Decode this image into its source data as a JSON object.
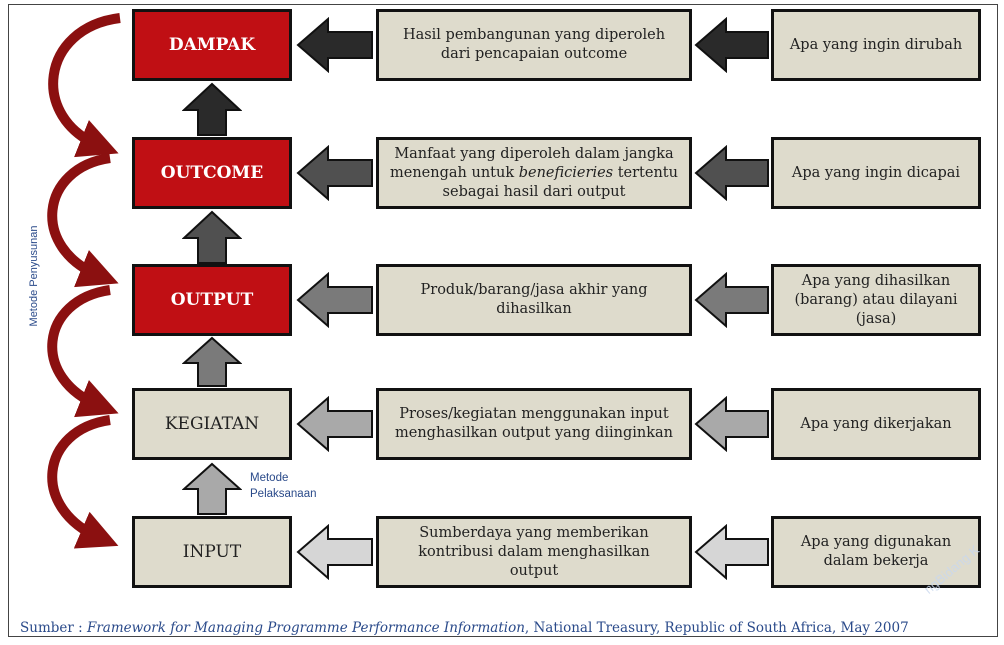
{
  "levels": [
    {
      "label": "DAMPAK"
    },
    {
      "label": "OUTCOME"
    },
    {
      "label": "OUTPUT"
    },
    {
      "label": "KEGIATAN"
    },
    {
      "label": "INPUT"
    }
  ],
  "descriptions": [
    {
      "l1": "Hasil pembangunan yang diperoleh",
      "l2": "dari  pencapaian outcome",
      "l3": ""
    },
    {
      "l1": "Manfaat yang diperoleh dalam jangka",
      "l2a": "menengah untuk ",
      "l2b": "beneficieries",
      "l2c": " tertentu",
      "l3": "sebagai hasil dari output"
    },
    {
      "l1": "Produk/barang/jasa akhir yang",
      "l2": "dihasilkan",
      "l3": ""
    },
    {
      "l1": "Proses/kegiatan  menggunakan input",
      "l2": "menghasilkan output yang diinginkan",
      "l3": ""
    },
    {
      "l1": "Sumberdaya yang memberikan",
      "l2": "kontribusi dalam menghasilkan",
      "l3": "output"
    }
  ],
  "questions": [
    {
      "l1": "Apa yang ingin dirubah",
      "l2": "",
      "l3": ""
    },
    {
      "l1": "Apa yang ingin dicapai",
      "l2": "",
      "l3": ""
    },
    {
      "l1": "Apa yang dihasilkan",
      "l2": "(barang) atau dilayani",
      "l3": "(jasa)"
    },
    {
      "l1": "Apa yang dikerjakan",
      "l2": "",
      "l3": ""
    },
    {
      "l1": "Apa yang digunakan",
      "l2": "dalam bekerja",
      "l3": ""
    }
  ],
  "side_label": "Metode  Penyusunan",
  "impl_label": {
    "l1": "Metode",
    "l2": "Pelaksanaan"
  },
  "source": {
    "prefix": "Sumber : ",
    "title": "Framework for Managing Programme Performance Information",
    "suffix": ", National Treasury, Republic of South Africa, May 2007"
  },
  "watermark": "ngBidang K",
  "colors": {
    "red": "#c00f14",
    "beige": "#dedbcc",
    "curve": "#8b1010",
    "arrow_shades": [
      "#2a2a2a",
      "#505050",
      "#7a7a7a",
      "#a9a9a9",
      "#d6d6d6"
    ]
  }
}
